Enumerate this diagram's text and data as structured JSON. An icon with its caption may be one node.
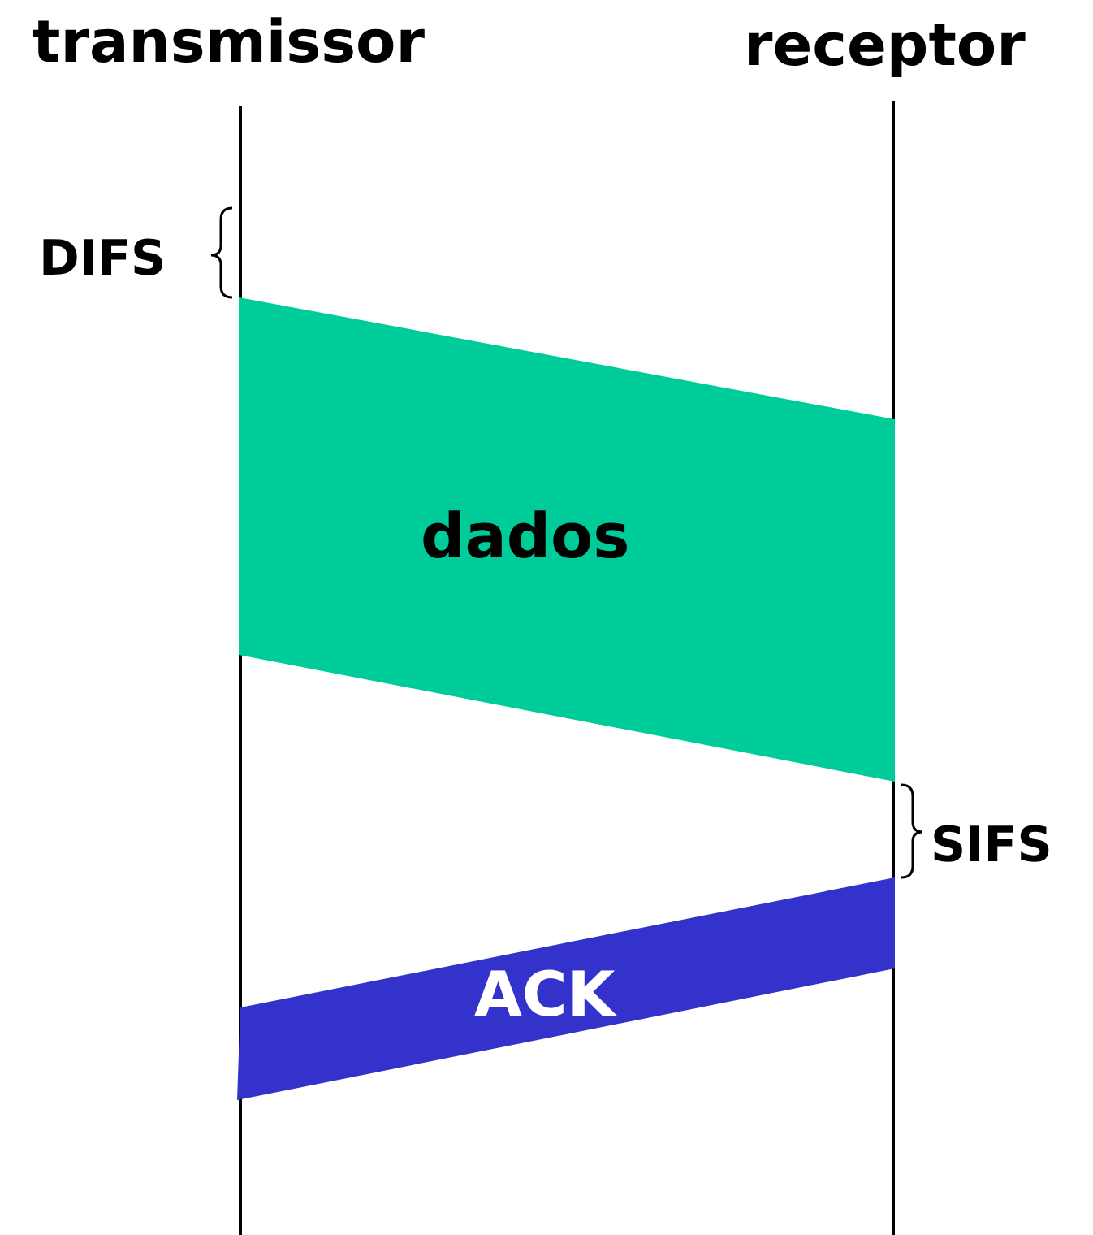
{
  "diagram": {
    "nodes": [
      {
        "text": [
          "transmissor"
        ]
      },
      {
        "text": [
          "receptor"
        ]
      },
      {
        "text": [
          "dados"
        ]
      },
      {
        "text": [
          "ACK"
        ]
      }
    ],
    "labels": [
      "DIFS",
      "SIFS"
    ]
  }
}
